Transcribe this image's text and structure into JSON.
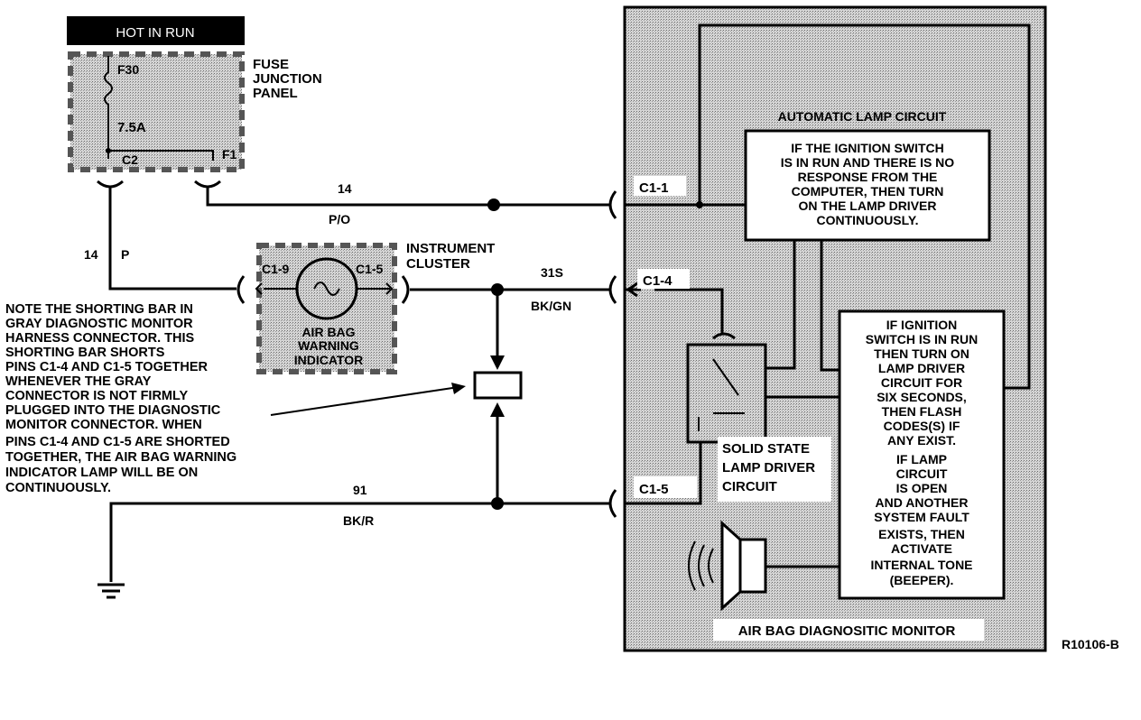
{
  "top_banner": "HOT IN RUN",
  "fuse_panel": {
    "title_lines": [
      "FUSE",
      "JUNCTION",
      "PANEL"
    ],
    "fuse_id": "F30",
    "fuse_rating": "7.5A",
    "pin_c2": "C2",
    "pin_f1": "F1"
  },
  "wires": {
    "po_number": "14",
    "po_color": "P/O",
    "p_number": "14",
    "p_color": "P",
    "bkgn_number": "31S",
    "bkgn_color": "BK/GN",
    "bkr_number": "91",
    "bkr_color": "BK/R"
  },
  "instrument_cluster": {
    "title_lines": [
      "INSTRUMENT",
      "CLUSTER"
    ],
    "pin_left": "C1-9",
    "pin_right": "C1-5",
    "indicator_lines": [
      "AIR BAG",
      "WARNING",
      "INDICATOR"
    ]
  },
  "note_lines": [
    "NOTE THE SHORTING BAR IN",
    "GRAY DIAGNOSTIC MONITOR",
    "HARNESS CONNECTOR. THIS",
    "SHORTING BAR SHORTS",
    "PINS C1-4 AND C1-5 TOGETHER",
    "WHENEVER THE GRAY",
    "CONNECTOR IS NOT FIRMLY",
    "PLUGGED INTO THE DIAGNOSTIC",
    "MONITOR CONNECTOR. WHEN",
    "PINS C1-4 AND C1-5 ARE SHORTED",
    "TOGETHER, THE AIR BAG WARNING",
    "INDICATOR LAMP WILL BE ON",
    "CONTINUOUSLY."
  ],
  "monitor": {
    "automatic_lamp_label": "AUTOMATIC LAMP CIRCUIT",
    "box1_lines": [
      "IF THE IGNITION SWITCH",
      "IS IN RUN AND THERE IS NO",
      "RESPONSE FROM THE",
      "COMPUTER, THEN TURN",
      "ON THE LAMP DRIVER",
      "CONTINUOUSLY."
    ],
    "box2_lines": [
      "IF IGNITION",
      "SWITCH IS IN RUN",
      "THEN TURN ON",
      "LAMP DRIVER",
      "CIRCUIT FOR",
      "SIX SECONDS,",
      "THEN FLASH",
      "CODES(S) IF",
      "ANY EXIST.",
      "IF LAMP",
      "CIRCUIT",
      "IS OPEN",
      "AND ANOTHER",
      "SYSTEM FAULT",
      "EXISTS, THEN",
      "ACTIVATE",
      "INTERNAL TONE",
      "(BEEPER)."
    ],
    "pin_c11": "C1-1",
    "pin_c14": "C1-4",
    "pin_c15": "C1-5",
    "driver_lines": [
      "SOLID STATE",
      "LAMP DRIVER",
      "CIRCUIT"
    ],
    "title": "AIR BAG DIAGNOSITIC MONITOR"
  },
  "figure_code": "R10106-B",
  "colors": {
    "ink": "#000000",
    "shade": "#c6c6c6",
    "background": "#ffffff"
  }
}
